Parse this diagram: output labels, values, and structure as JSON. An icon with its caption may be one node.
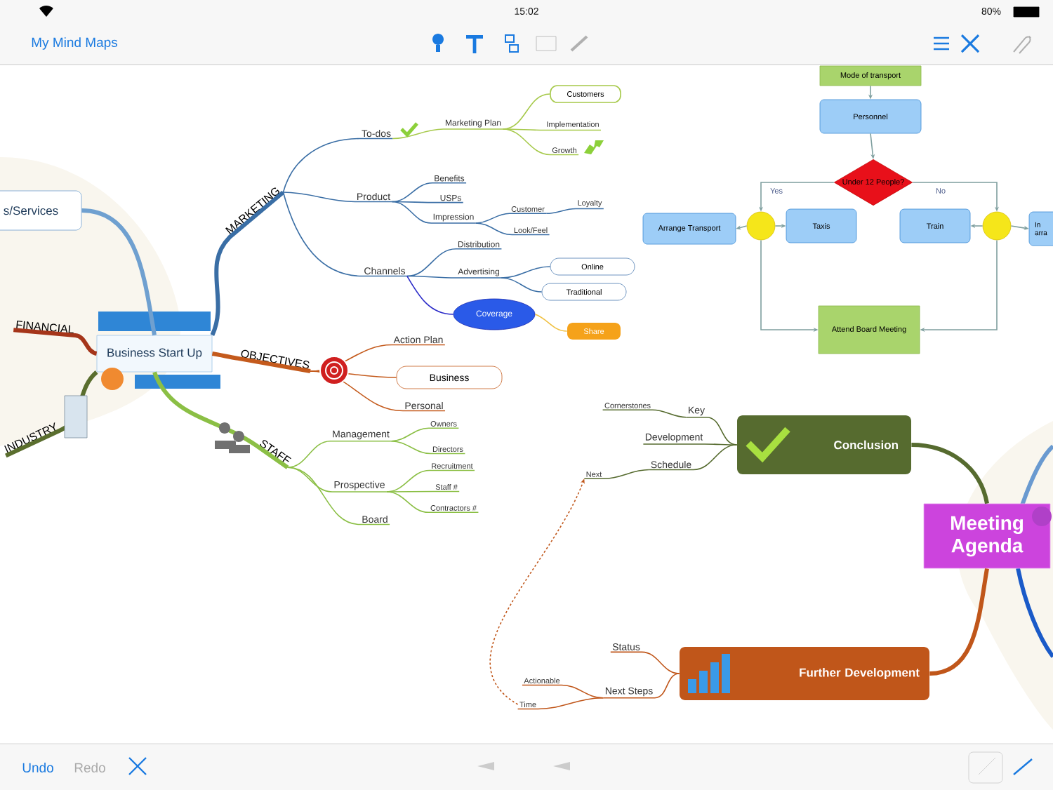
{
  "diagram": {
    "nodes": [
      {
        "text": [
          "Business Start Up"
        ]
      },
      {
        "text": [
          "s/Services"
        ]
      },
      {
        "text": [
          "MARKETING"
        ]
      },
      {
        "text": [
          "To-dos"
        ]
      },
      {
        "text": [
          "Marketing Plan"
        ]
      },
      {
        "text": [
          "Customers"
        ]
      },
      {
        "text": [
          "Implementation"
        ]
      },
      {
        "text": [
          "Growth"
        ]
      },
      {
        "text": [
          "Product"
        ]
      },
      {
        "text": [
          "Benefits"
        ]
      },
      {
        "text": [
          "USPs"
        ]
      },
      {
        "text": [
          "Impression"
        ]
      },
      {
        "text": [
          "Customer"
        ]
      },
      {
        "text": [
          "Loyalty"
        ]
      },
      {
        "text": [
          "Look/Feel"
        ]
      },
      {
        "text": [
          "Channels"
        ]
      },
      {
        "text": [
          "Distribution"
        ]
      },
      {
        "text": [
          "Advertising"
        ]
      },
      {
        "text": [
          "Online"
        ]
      },
      {
        "text": [
          "Traditional"
        ]
      },
      {
        "text": [
          "Coverage"
        ]
      },
      {
        "text": [
          "Share"
        ]
      },
      {
        "text": [
          "FINANCIAL"
        ]
      },
      {
        "text": [
          "OBJECTIVES"
        ]
      },
      {
        "text": [
          "Action Plan"
        ]
      },
      {
        "text": [
          "Business"
        ]
      },
      {
        "text": [
          "Personal"
        ]
      },
      {
        "text": [
          "INDUSTRY"
        ]
      },
      {
        "text": [
          "STAFF"
        ]
      },
      {
        "text": [
          "Management"
        ]
      },
      {
        "text": [
          "Owners"
        ]
      },
      {
        "text": [
          "Directors"
        ]
      },
      {
        "text": [
          "Prospective"
        ]
      },
      {
        "text": [
          "Recruitment"
        ]
      },
      {
        "text": [
          "Staff #"
        ]
      },
      {
        "text": [
          "Contractors #"
        ]
      },
      {
        "text": [
          "Board"
        ]
      },
      {
        "text": [
          "Mode of transport"
        ]
      },
      {
        "text": [
          "Personnel"
        ]
      },
      {
        "text": [
          "Under 12 People?"
        ]
      },
      {
        "text": [
          "Arrange Transport"
        ]
      },
      {
        "text": [],
        "shape": "circle"
      },
      {
        "text": [
          "Taxis"
        ]
      },
      {
        "text": [
          "Train"
        ]
      },
      {
        "text": [],
        "shape": "circle"
      },
      {
        "text": [
          "In arra"
        ]
      },
      {
        "text": [
          "Attend Board Meeting"
        ]
      },
      {
        "text": [
          "Meeting Agenda"
        ]
      },
      {
        "text": [
          "Conclusion"
        ]
      },
      {
        "text": [
          "Key"
        ]
      },
      {
        "text": [
          "Cornerstones"
        ]
      },
      {
        "text": [
          "Development"
        ]
      },
      {
        "text": [
          "Schedule"
        ]
      },
      {
        "text": [
          "Next"
        ]
      },
      {
        "text": [
          "Further Development"
        ]
      },
      {
        "text": [
          "Status"
        ]
      },
      {
        "text": [
          "Next Steps"
        ]
      },
      {
        "text": [
          "Actionable"
        ]
      },
      {
        "text": [
          "Time"
        ]
      }
    ],
    "edges": [
      {
        "from": 0,
        "to": 1,
        "arrow": "none",
        "style": "thick",
        "color": "#6fa0d0"
      },
      {
        "from": 0,
        "to": 2,
        "arrow": "none",
        "style": "thick",
        "color": "#3a6ea5"
      },
      {
        "from": 2,
        "to": 3,
        "arrow": "none",
        "color": "#3a6ea5"
      },
      {
        "from": 3,
        "to": 4,
        "arrow": "none",
        "color": "#a6c94a"
      },
      {
        "from": 4,
        "to": 5,
        "arrow": "none",
        "color": "#a6c94a"
      },
      {
        "from": 4,
        "to": 6,
        "arrow": "none",
        "color": "#a6c94a"
      },
      {
        "from": 4,
        "to": 7,
        "arrow": "none",
        "color": "#a6c94a"
      },
      {
        "from": 2,
        "to": 8,
        "arrow": "none",
        "color": "#3a6ea5"
      },
      {
        "from": 8,
        "to": 9,
        "arrow": "none",
        "color": "#3a6ea5"
      },
      {
        "from": 8,
        "to": 10,
        "arrow": "none",
        "color": "#3a6ea5"
      },
      {
        "from": 8,
        "to": 11,
        "arrow": "none",
        "color": "#3a6ea5"
      },
      {
        "from": 11,
        "to": 12,
        "arrow": "none",
        "color": "#3a6ea5"
      },
      {
        "from": 12,
        "to": 13,
        "arrow": "none",
        "color": "#3a6ea5"
      },
      {
        "from": 11,
        "to": 14,
        "arrow": "none",
        "color": "#3a6ea5"
      },
      {
        "from": 2,
        "to": 15,
        "arrow": "none",
        "color": "#3a6ea5"
      },
      {
        "from": 15,
        "to": 16,
        "arrow": "none",
        "color": "#3a6ea5"
      },
      {
        "from": 15,
        "to": 17,
        "arrow": "none",
        "color": "#3a6ea5"
      },
      {
        "from": 17,
        "to": 18,
        "arrow": "none",
        "color": "#3a6ea5"
      },
      {
        "from": 17,
        "to": 19,
        "arrow": "none",
        "color": "#3a6ea5"
      },
      {
        "from": 15,
        "to": 20,
        "arrow": "none",
        "color": "#2a2ac8"
      },
      {
        "from": 20,
        "to": 21,
        "arrow": "none",
        "color": "#f0c040"
      },
      {
        "from": 0,
        "to": 22,
        "arrow": "none",
        "style": "thick",
        "color": "#a5351a"
      },
      {
        "from": 0,
        "to": 23,
        "arrow": "none",
        "style": "thick",
        "color": "#c45a1c"
      },
      {
        "from": 23,
        "to": 24,
        "arrow": "none",
        "color": "#c45a1c"
      },
      {
        "from": 23,
        "to": 25,
        "arrow": "none",
        "color": "#c45a1c"
      },
      {
        "from": 23,
        "to": 26,
        "arrow": "none",
        "color": "#c45a1c"
      },
      {
        "from": 0,
        "to": 27,
        "arrow": "none",
        "style": "thick",
        "color": "#5a6e2e"
      },
      {
        "from": 0,
        "to": 28,
        "arrow": "none",
        "style": "thick",
        "color": "#8bbf45"
      },
      {
        "from": 28,
        "to": 29,
        "arrow": "none",
        "color": "#8bbf45"
      },
      {
        "from": 29,
        "to": 30,
        "arrow": "none",
        "color": "#8bbf45"
      },
      {
        "from": 29,
        "to": 31,
        "arrow": "none",
        "color": "#8bbf45"
      },
      {
        "from": 28,
        "to": 32,
        "arrow": "none",
        "color": "#8bbf45"
      },
      {
        "from": 32,
        "to": 33,
        "arrow": "none",
        "color": "#8bbf45"
      },
      {
        "from": 32,
        "to": 34,
        "arrow": "none",
        "color": "#8bbf45"
      },
      {
        "from": 32,
        "to": 35,
        "arrow": "none",
        "color": "#8bbf45"
      },
      {
        "from": 28,
        "to": 36,
        "arrow": "none",
        "color": "#8bbf45"
      },
      {
        "from": 37,
        "to": 38,
        "arrow": "to"
      },
      {
        "from": 38,
        "to": 39,
        "arrow": "to"
      },
      {
        "from": 39,
        "to": 41,
        "arrow": "to",
        "label": "Yes"
      },
      {
        "from": 39,
        "to": 44,
        "arrow": "to",
        "label": "No"
      },
      {
        "from": 41,
        "to": 40,
        "arrow": "to"
      },
      {
        "from": 41,
        "to": 42,
        "arrow": "to"
      },
      {
        "from": 44,
        "to": 43,
        "arrow": "to"
      },
      {
        "from": 44,
        "to": 45,
        "arrow": "to"
      },
      {
        "from": 41,
        "to": 46,
        "arrow": "to"
      },
      {
        "from": 44,
        "to": 46,
        "arrow": "to"
      },
      {
        "from": 47,
        "to": 48,
        "arrow": "none",
        "style": "thick",
        "color": "#566b2f"
      },
      {
        "from": 47,
        "to": 54,
        "arrow": "none",
        "style": "thick",
        "color": "#c0561a"
      },
      {
        "from": 48,
        "to": 49,
        "arrow": "none",
        "color": "#566b2f"
      },
      {
        "from": 49,
        "to": 50,
        "arrow": "none",
        "color": "#566b2f"
      },
      {
        "from": 48,
        "to": 51,
        "arrow": "none",
        "color": "#566b2f"
      },
      {
        "from": 48,
        "to": 52,
        "arrow": "none",
        "color": "#566b2f"
      },
      {
        "from": 52,
        "to": 53,
        "arrow": "none",
        "color": "#566b2f"
      },
      {
        "from": 54,
        "to": 55,
        "arrow": "none",
        "color": "#c0561a"
      },
      {
        "from": 54,
        "to": 56,
        "arrow": "none",
        "color": "#c0561a"
      },
      {
        "from": 56,
        "to": 57,
        "arrow": "none",
        "color": "#c0561a"
      },
      {
        "from": 56,
        "to": 58,
        "arrow": "none",
        "color": "#c0561a"
      },
      {
        "from": 58,
        "to": 53,
        "arrow": "to",
        "style": "dashed",
        "color": "#c0561a"
      }
    ],
    "labels": [
      "15:02",
      "80%",
      "My Mind Maps",
      "Undo",
      "Redo"
    ]
  }
}
